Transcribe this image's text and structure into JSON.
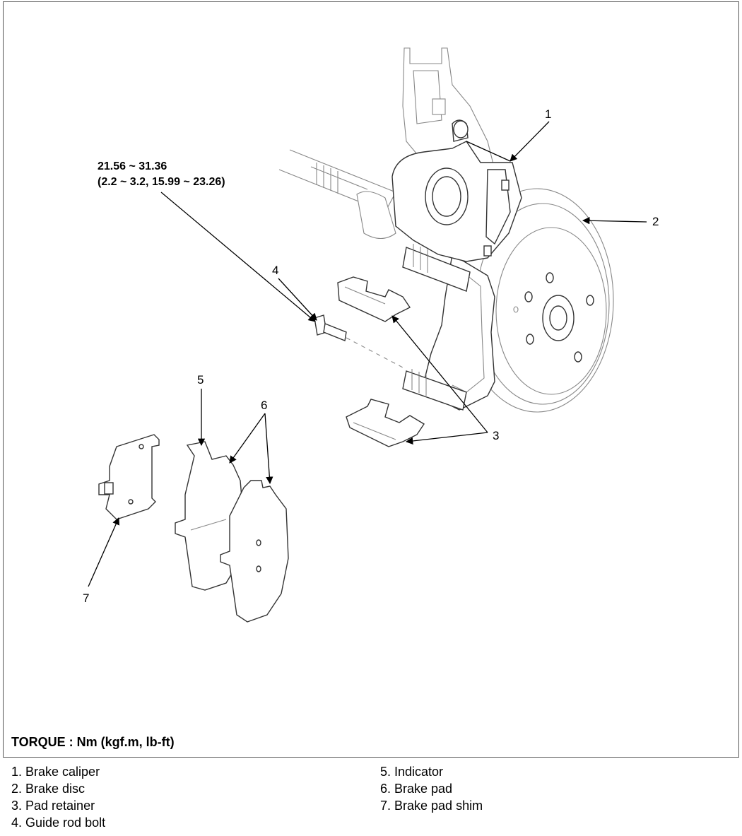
{
  "torque_spec": {
    "value_nm": "21.56 ~ 31.36",
    "value_other": "(2.2 ~ 3.2, 15.99 ~ 23.26)"
  },
  "torque_footer": "TORQUE : Nm (kgf.m, lb-ft)",
  "callouts": [
    "1",
    "2",
    "3",
    "4",
    "5",
    "6",
    "7"
  ],
  "legend": {
    "left": [
      "1. Brake caliper",
      "2. Brake disc",
      "3. Pad retainer",
      "4. Guide rod bolt"
    ],
    "right": [
      "5. Indicator",
      "6. Brake pad",
      "7. Brake pad shim"
    ]
  }
}
